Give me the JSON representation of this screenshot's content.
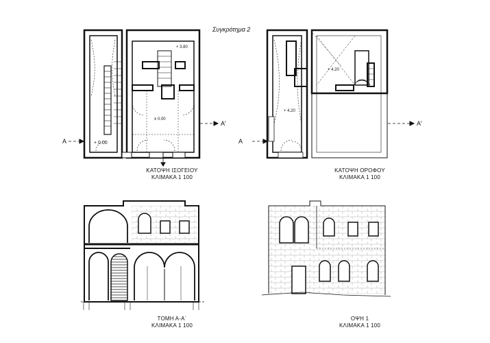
{
  "sheet": {
    "title": "Συγκρότημα 2",
    "section_marker_a": "A",
    "section_marker_a_prime": "A′"
  },
  "drawings": {
    "ground_plan": {
      "name": "ΚΑΤΟΨΗ ΙΣΟΓΕΙΟΥ",
      "scale": "ΚΛΙΜΑΚΑ 1 100",
      "levels": [
        "+ 0.00",
        "± 0.00",
        "+ 3.80"
      ]
    },
    "upper_plan": {
      "name": "ΚΑΤΟΨΗ ΟΡΟΦΟΥ",
      "scale": "ΚΛΙΜΑΚΑ 1 100",
      "levels": [
        "+ 4.20",
        "+ 4.20"
      ]
    },
    "section": {
      "name": "ΤΟΜΗ Α-Α΄",
      "scale": "ΚΛΙΜΑΚΑ 1 100"
    },
    "elevation": {
      "name": "ΟΨΗ 1",
      "scale": "ΚΛΙΜΑΚΑ 1 100"
    }
  }
}
